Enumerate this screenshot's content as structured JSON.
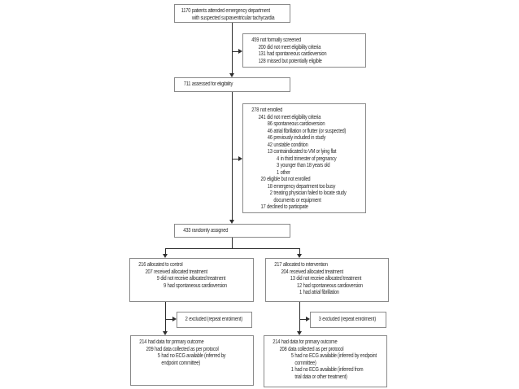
{
  "figure": {
    "type": "consort-flow-diagram",
    "description": "Trial profile flow diagram of patients with suspected supraventricular tachycardia"
  },
  "colors": {
    "box_border": "#8a8a8a",
    "connector_line": "#2f2f2f",
    "text": "#303030",
    "background": "#ffffff"
  },
  "boxes": {
    "attended": {
      "lines": [
        {
          "n": "1170",
          "t": "patients attended emergency department\nwith suspected supraventricular tachycardia",
          "i": 0
        }
      ]
    },
    "not_screened": {
      "lines": [
        {
          "n": "459",
          "t": "not formally screened",
          "i": 0
        },
        {
          "n": "200",
          "t": "did not meet eligibility criteria",
          "i": 1
        },
        {
          "n": "131",
          "t": "had spontaneous cardioversion",
          "i": 1
        },
        {
          "n": "128",
          "t": "missed but potentially eligible",
          "i": 1
        }
      ]
    },
    "assessed": {
      "lines": [
        {
          "n": "711",
          "t": "assessed for eligibility",
          "i": 0
        }
      ]
    },
    "not_enrolled": {
      "lines": [
        {
          "n": "278",
          "t": "not enrolled",
          "i": 0
        },
        {
          "n": "241",
          "t": "did not meet eligibility criteria",
          "i": 1
        },
        {
          "n": "86",
          "t": "spontaneous cardioversion",
          "i": 2
        },
        {
          "n": "46",
          "t": "atrial fibrillation or flutter (or suspected)",
          "i": 2
        },
        {
          "n": "46",
          "t": "previously included in study",
          "i": 2
        },
        {
          "n": "42",
          "t": "unstable condition",
          "i": 2
        },
        {
          "n": "13",
          "t": "contraindicated to VM or lying flat",
          "i": 2
        },
        {
          "n": "4",
          "t": "in third trimester of pregnancy",
          "i": 3
        },
        {
          "n": "3",
          "t": "younger than 18 years old",
          "i": 3
        },
        {
          "n": "1",
          "t": "other",
          "i": 3
        },
        {
          "n": "20",
          "t": "eligible but not enrolled",
          "i": 1
        },
        {
          "n": "18",
          "t": "emergency department too busy",
          "i": 2
        },
        {
          "n": "2",
          "t": "treating physician failed to locate study\ndocuments or equipment",
          "i": 2
        },
        {
          "n": "17",
          "t": "declined to participate",
          "i": 1
        }
      ]
    },
    "randomized": {
      "lines": [
        {
          "n": "433",
          "t": "randomly assigned",
          "i": 0
        }
      ]
    },
    "control": {
      "lines": [
        {
          "n": "216",
          "t": "allocated to control",
          "i": 0
        },
        {
          "n": "207",
          "t": "received allocated treatment",
          "i": 1
        },
        {
          "n": "9",
          "t": "did not receive allocated treatment",
          "i": 2
        },
        {
          "n": "9",
          "t": "had spontaneous cardioversion",
          "i": 3
        }
      ]
    },
    "intervention": {
      "lines": [
        {
          "n": "217",
          "t": "allocated to intervention",
          "i": 0
        },
        {
          "n": "204",
          "t": "received allocated treatment",
          "i": 1
        },
        {
          "n": "13",
          "t": "did not receive allocated treatment",
          "i": 2
        },
        {
          "n": "12",
          "t": "had spontaneous cardioversion",
          "i": 3
        },
        {
          "n": "1",
          "t": "had atrial fibrillation",
          "i": 3
        }
      ]
    },
    "excluded_control": {
      "lines": [
        {
          "n": "2",
          "t": "excluded (repeat enrolment)",
          "i": 0
        }
      ]
    },
    "excluded_intervention": {
      "lines": [
        {
          "n": "3",
          "t": "excluded (repeat enrolment)",
          "i": 0
        }
      ]
    },
    "outcome_control": {
      "lines": [
        {
          "n": "214",
          "t": "had data for primary outcome",
          "i": 0
        },
        {
          "n": "209",
          "t": "had data collected as per protocol",
          "i": 1
        },
        {
          "n": "5",
          "t": "had no ECG available (inferred by\nendpoint committee)",
          "i": 2
        }
      ]
    },
    "outcome_intervention": {
      "lines": [
        {
          "n": "214",
          "t": "had data for primary outcome",
          "i": 0
        },
        {
          "n": "208",
          "t": "data collected as per protocol",
          "i": 1
        },
        {
          "n": "5",
          "t": "had no ECG available (inferred by endpoint\ncommittee)",
          "i": 2
        },
        {
          "n": "1",
          "t": "had no ECG available (inferred from\ntrial data or other treatment)",
          "i": 2
        }
      ]
    }
  }
}
